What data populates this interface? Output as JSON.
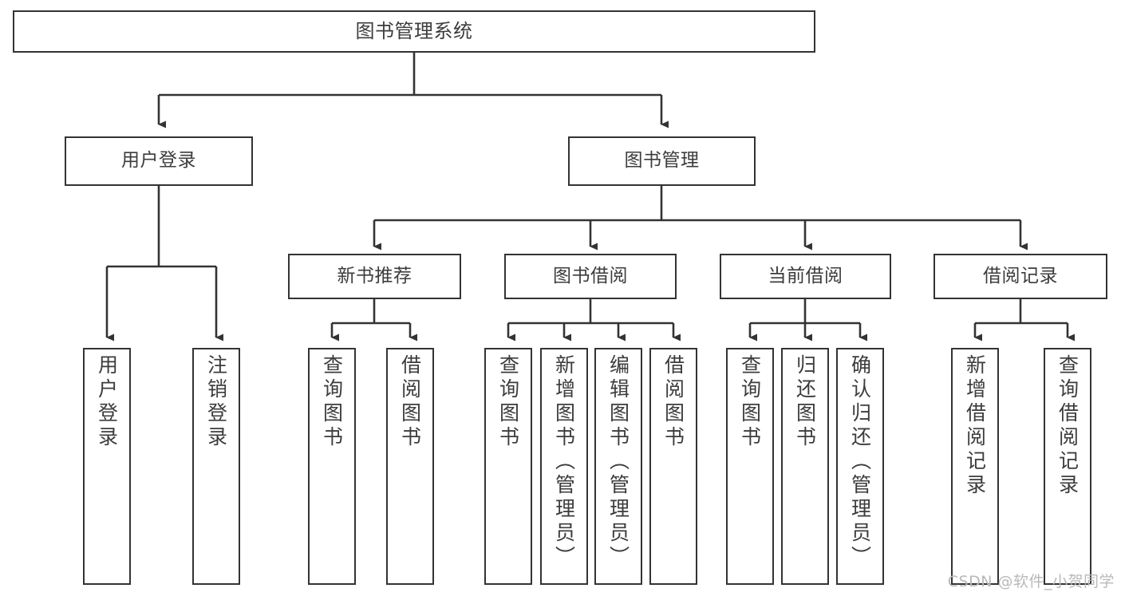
{
  "diagram": {
    "title": "图书管理系统",
    "watermark": "CSDN @软件_小贺同学",
    "colors": {
      "box_border": "#333333",
      "box_fill": "#ffffff",
      "connector": "#333333",
      "text": "#3c3c3c",
      "watermark": "#b9b9b9"
    },
    "nodes": {
      "root": {
        "label": "图书管理系统"
      },
      "level2": [
        {
          "label": "用户登录"
        },
        {
          "label": "图书管理"
        }
      ],
      "level3": [
        {
          "label": "新书推荐"
        },
        {
          "label": "图书借阅"
        },
        {
          "label": "当前借阅"
        },
        {
          "label": "借阅记录"
        }
      ],
      "leaves": {
        "user_login": [
          {
            "label": "用户登录"
          },
          {
            "label": "注销登录"
          }
        ],
        "new_book": [
          {
            "label": "查询图书"
          },
          {
            "label": "借阅图书"
          }
        ],
        "book_borrow": [
          {
            "label": "查询图书"
          },
          {
            "label": "新增图书（管理员）"
          },
          {
            "label": "编辑图书（管理员）"
          },
          {
            "label": "借阅图书"
          }
        ],
        "current_borrow": [
          {
            "label": "查询图书"
          },
          {
            "label": "归还图书"
          },
          {
            "label": "确认归还（管理员）"
          }
        ],
        "borrow_record": [
          {
            "label": "新增借阅记录"
          },
          {
            "label": "查询借阅记录"
          }
        ]
      }
    }
  }
}
